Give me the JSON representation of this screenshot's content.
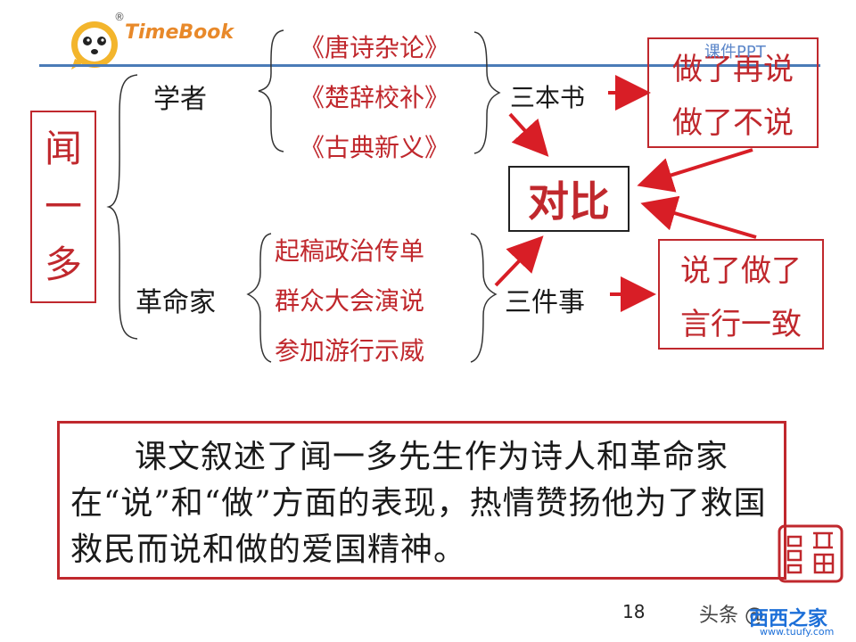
{
  "header": {
    "logo_text": "TimeBook",
    "reg_mark": "®",
    "watermark": "课件PPT"
  },
  "main": {
    "name_chars": [
      "闻",
      "一",
      "多"
    ],
    "scholar_label": "学者",
    "scholar_books": [
      "《唐诗杂论》",
      "《楚辞校补》",
      "《古典新义》"
    ],
    "three_books_label": "三本书",
    "revolutionary_label": "革命家",
    "revolutionary_events": [
      "起稿政治传单",
      "群众大会演说",
      "参加游行示威"
    ],
    "three_events_label": "三件事",
    "contrast_label": "对比",
    "scholar_result": [
      "做了再说",
      "做了不说"
    ],
    "revolutionary_result": [
      "说了做了",
      "言行一致"
    ]
  },
  "summary": {
    "text": "课文叙述了闻一多先生作为诗人和革命家在“说”和“做”方面的表现，热情赞扬他为了救国救民而说和做的爱国精神。"
  },
  "footer": {
    "page_number": "18",
    "author_mark": "头条 @",
    "site_name": "西西之家",
    "site_url": "www.tuufy.com"
  },
  "colors": {
    "accent_red": "#c0282d",
    "rule_blue": "#4a7bb7",
    "logo_orange": "#e8892a"
  }
}
